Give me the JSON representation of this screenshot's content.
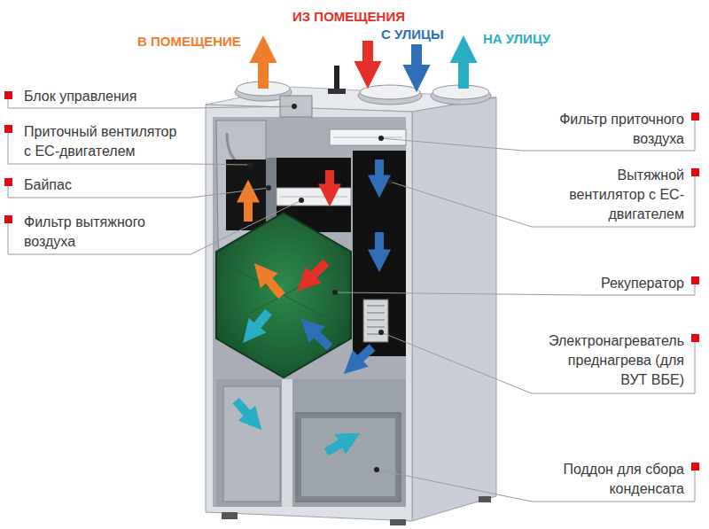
{
  "diagram": {
    "labels": [
      "В ПОМЕЩЕНИЕ",
      "ИЗ ПОМЕЩЕНИЯ",
      "С УЛИЦЫ",
      "НА УЛИЦУ",
      "Блок управления",
      "Приточный вентилятор с ЕС-двигателем",
      "Байпас",
      "Фильтр вытяжного воздуха",
      "Фильтр приточного воздуха",
      "Вытяжной вентилятор с ЕС-двигателем",
      "Рекуператор",
      "Электронагреватель преднагрева (для ВУТ ВБЕ)",
      "Поддон для сбора конденсата"
    ]
  }
}
